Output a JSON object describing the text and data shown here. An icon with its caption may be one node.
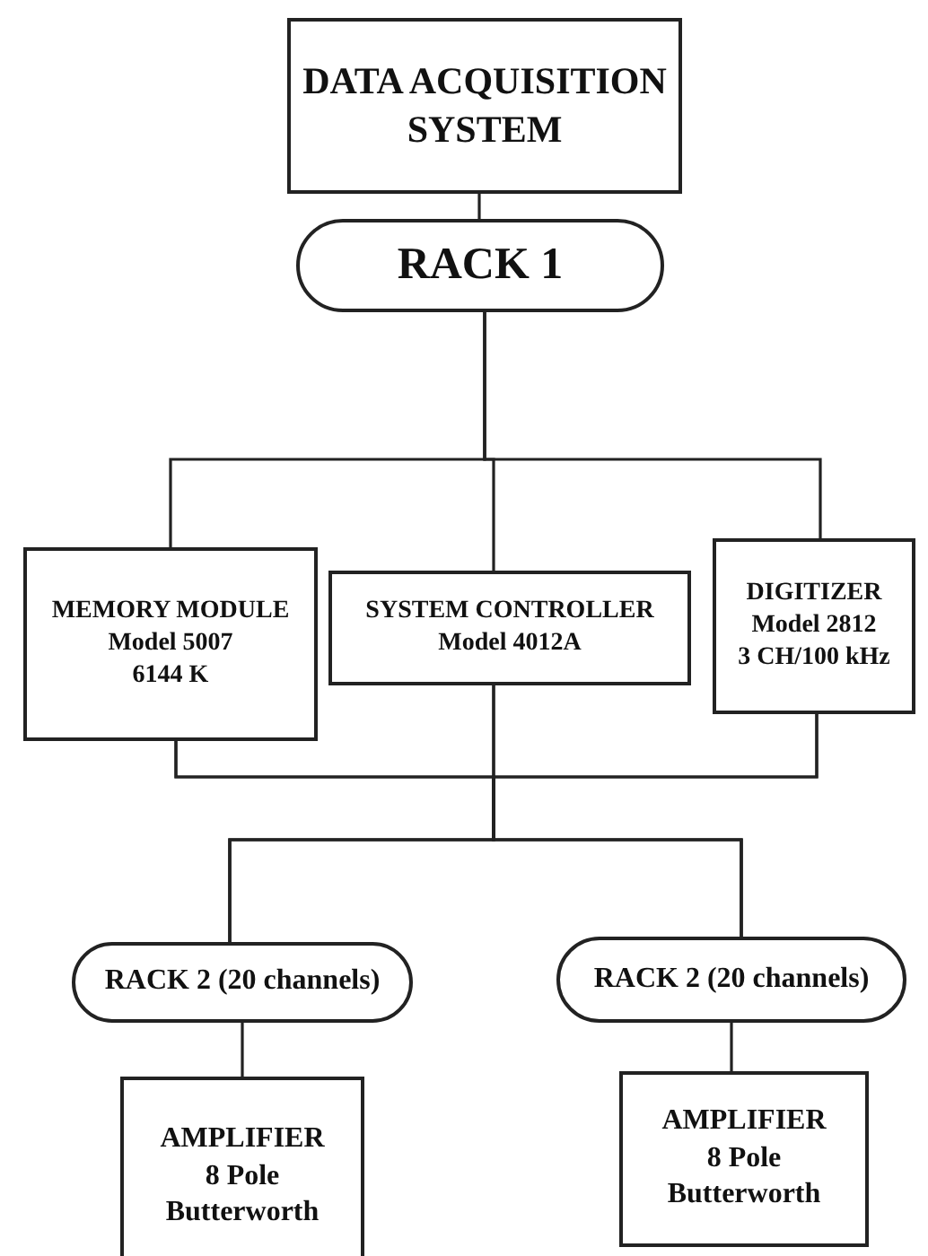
{
  "diagram": {
    "nodes": [
      {
        "text": [
          "DATA ACQUISITION SYSTEM"
        ]
      },
      {
        "text": [
          "RACK 1"
        ]
      },
      {
        "text": [
          "MEMORY MODULE",
          "Model 5007",
          "6144 K"
        ]
      },
      {
        "text": [
          "SYSTEM CONTROLLER",
          "Model 4012A"
        ]
      },
      {
        "text": [
          "DIGITIZER",
          "Model 2812",
          "3 CH/100 kHz"
        ]
      },
      {
        "text": [
          "RACK 2 (20 channels)"
        ]
      },
      {
        "text": [
          "RACK 2 (20 channels)"
        ]
      },
      {
        "text": [
          "AMPLIFIER",
          "8 Pole",
          "Butterworth"
        ]
      },
      {
        "text": [
          "AMPLIFIER",
          "8 Pole",
          "Butterworth"
        ]
      }
    ],
    "edges": [
      {
        "from": 0,
        "to": 1,
        "arrow": "none"
      },
      {
        "from": 1,
        "to": 2,
        "arrow": "none"
      },
      {
        "from": 1,
        "to": 3,
        "arrow": "none"
      },
      {
        "from": 1,
        "to": 4,
        "arrow": "none"
      },
      {
        "from": 2,
        "to": 5,
        "arrow": "none"
      },
      {
        "from": 2,
        "to": 6,
        "arrow": "none"
      },
      {
        "from": 3,
        "to": 5,
        "arrow": "none"
      },
      {
        "from": 3,
        "to": 6,
        "arrow": "none"
      },
      {
        "from": 4,
        "to": 5,
        "arrow": "none"
      },
      {
        "from": 4,
        "to": 6,
        "arrow": "none"
      },
      {
        "from": 5,
        "to": 7,
        "arrow": "none"
      },
      {
        "from": 6,
        "to": 8,
        "arrow": "none"
      }
    ]
  }
}
